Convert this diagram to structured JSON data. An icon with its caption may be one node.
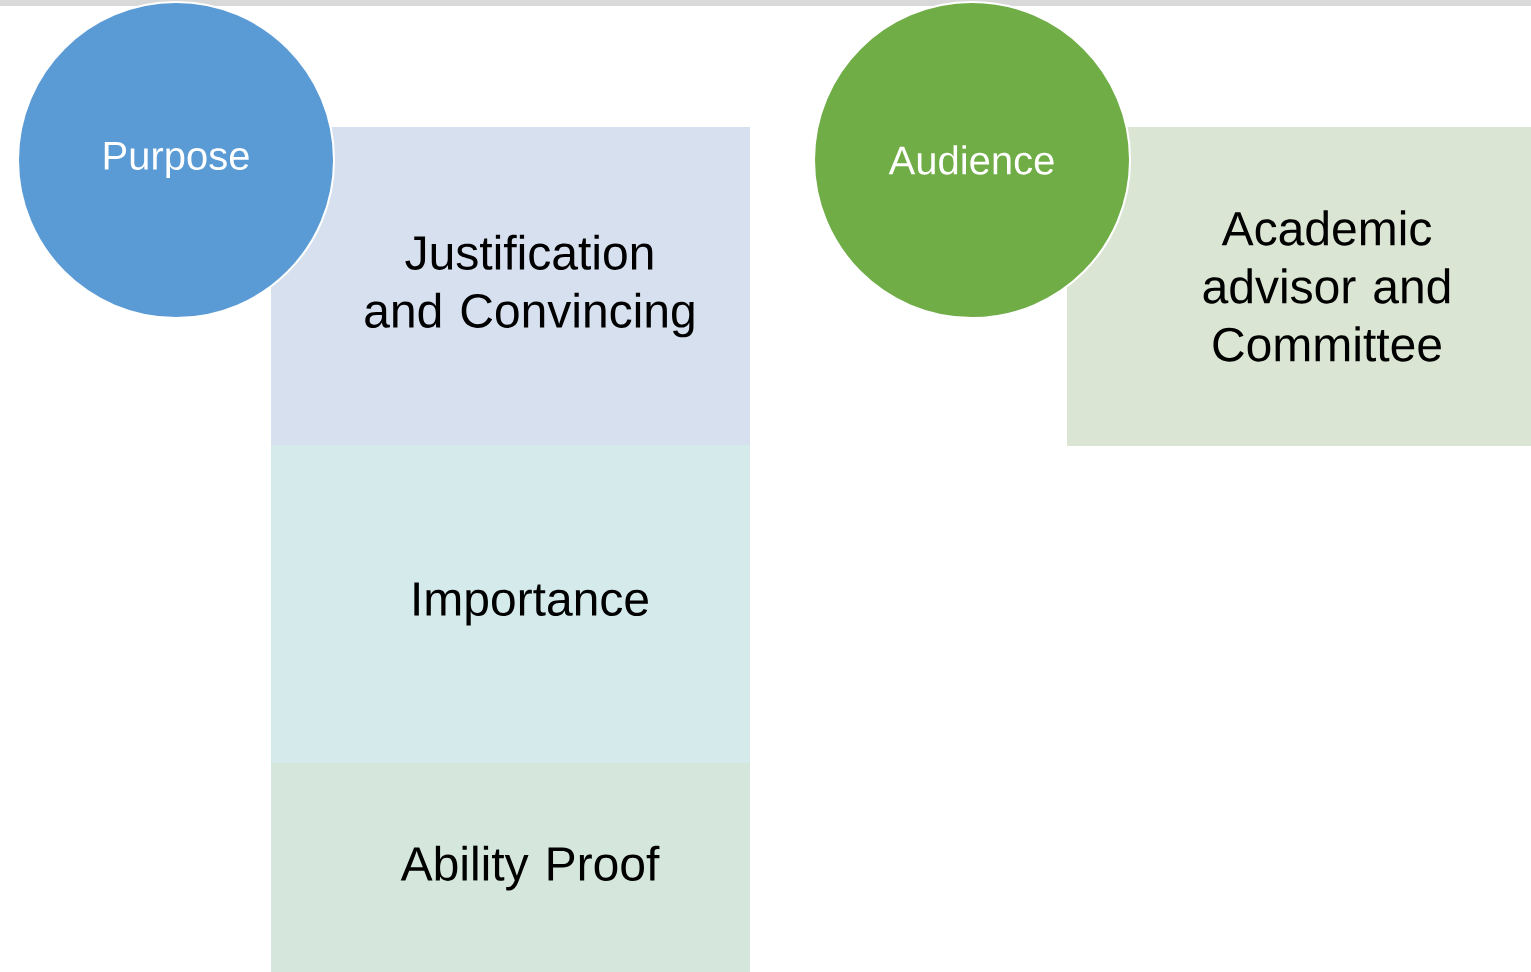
{
  "diagram": {
    "nodes": [
      {
        "text": [
          "Purpose"
        ]
      },
      {
        "text": [
          "Justification and Convincing"
        ]
      },
      {
        "text": [
          "Importance"
        ]
      },
      {
        "text": [
          "Ability Proof"
        ]
      },
      {
        "text": [
          "Audience"
        ]
      },
      {
        "text": [
          "Academic advisor and Committee"
        ]
      }
    ]
  }
}
